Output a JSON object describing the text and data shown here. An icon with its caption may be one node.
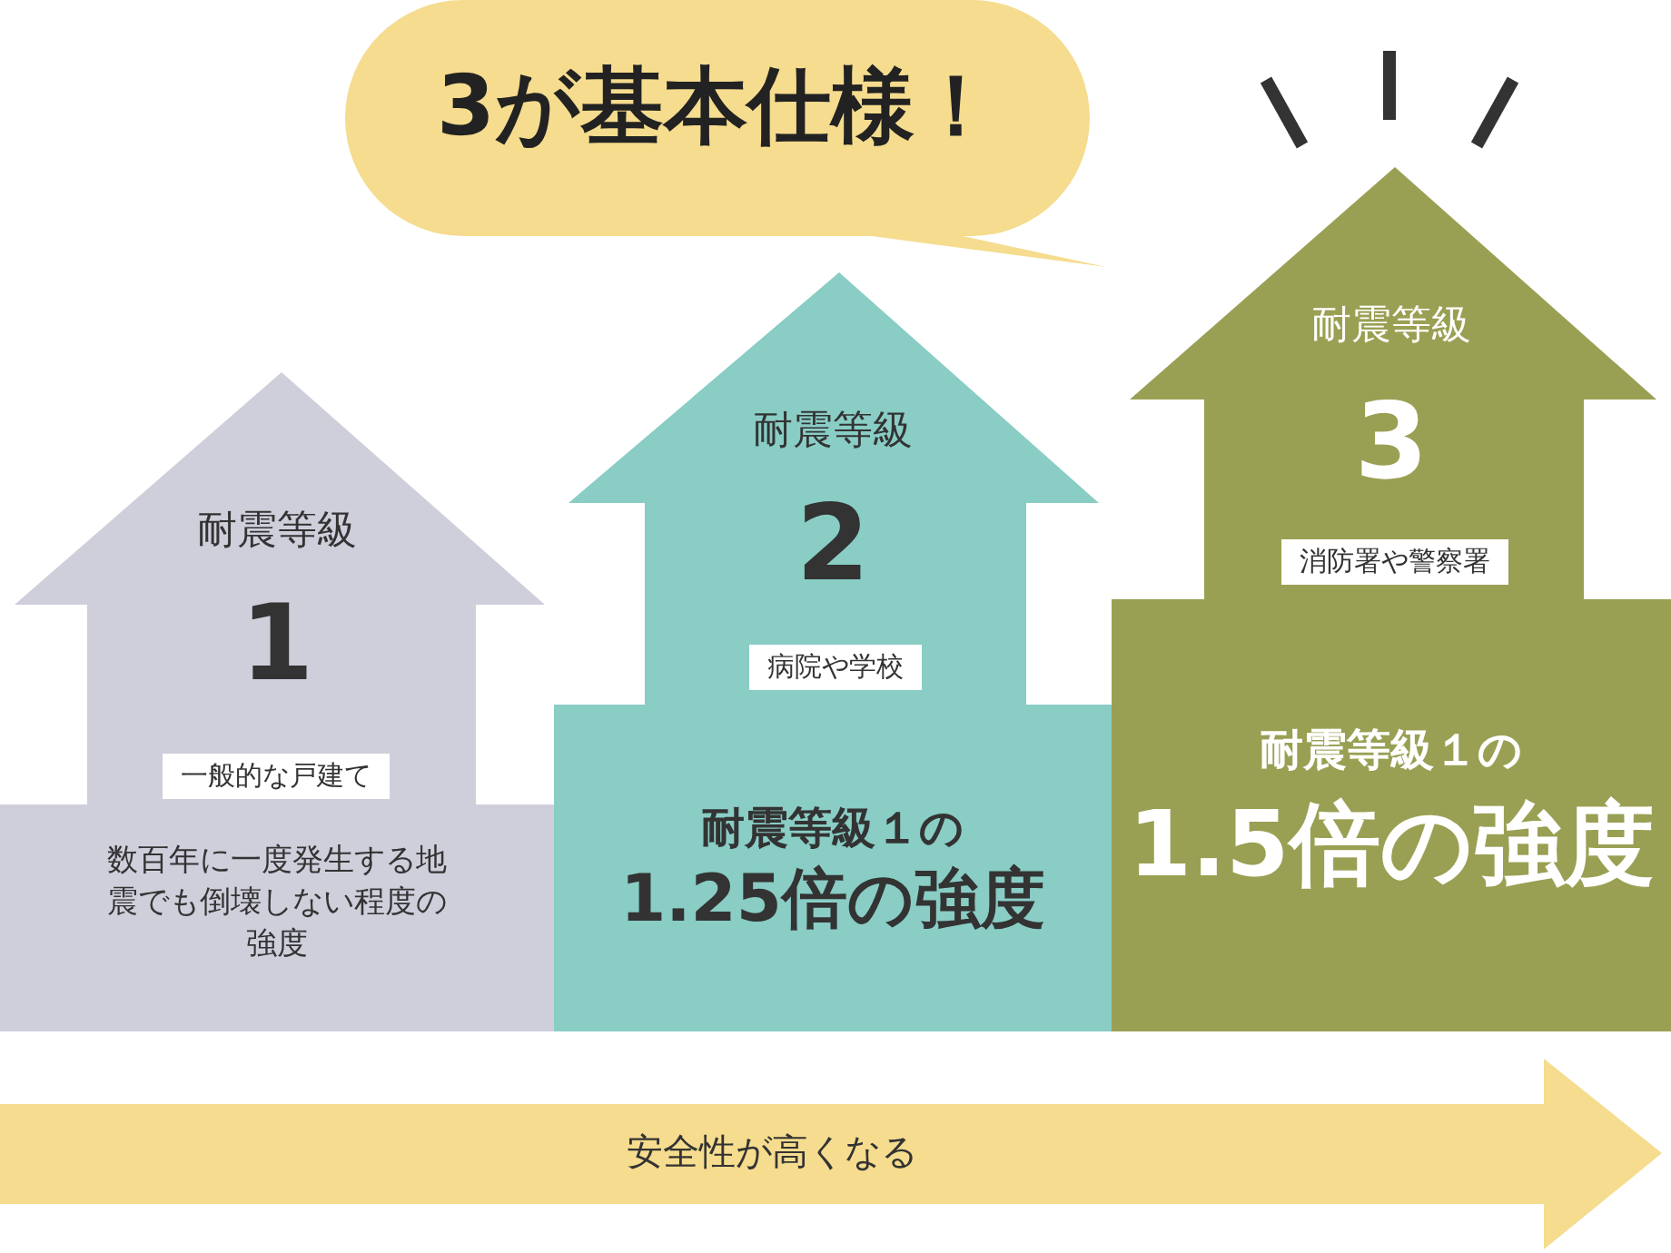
{
  "diagram": {
    "nodes": [
      {
        "text": [
          "3が基本仕様！"
        ]
      },
      {
        "text": [
          "耐震等級",
          "1",
          "数百年に一度発生する地震でも倒壊しない程度の強度"
        ]
      },
      {
        "text": [
          "一般的な戸建て"
        ],
        "in": 1
      },
      {
        "text": [
          "耐震等級",
          "2",
          "耐震等級１の",
          "1.25倍の強度"
        ]
      },
      {
        "text": [
          "病院や学校"
        ],
        "in": 3
      },
      {
        "text": [
          "耐震等級",
          "3",
          "耐震等級１の",
          "1.5倍の強度"
        ]
      },
      {
        "text": [
          "消防署や警察署"
        ],
        "in": 5
      },
      {
        "text": [
          "安全性が高くなる"
        ]
      }
    ],
    "edges": []
  }
}
